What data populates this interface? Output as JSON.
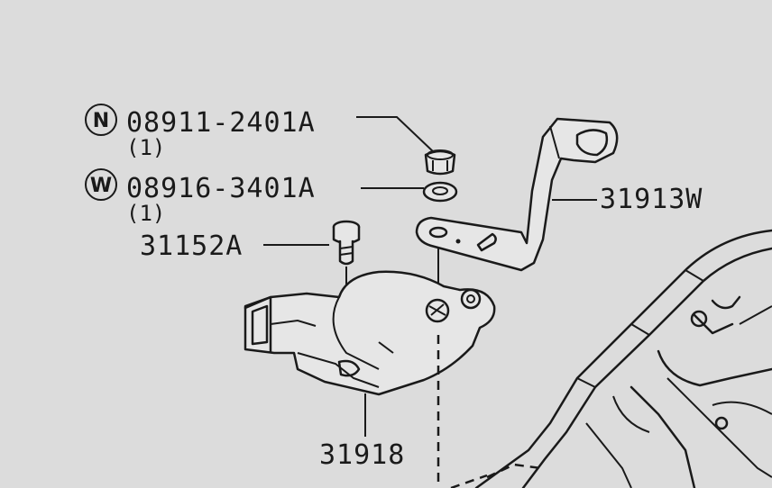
{
  "parts": {
    "nut": {
      "symbol": "N",
      "number": "08911-2401A",
      "qty": "(1)"
    },
    "washer": {
      "symbol": "W",
      "number": "08916-3401A",
      "qty": "(1)"
    },
    "bolt": {
      "number": "31152A"
    },
    "bracket": {
      "number": "31913W"
    },
    "switch": {
      "number": "31918"
    }
  }
}
